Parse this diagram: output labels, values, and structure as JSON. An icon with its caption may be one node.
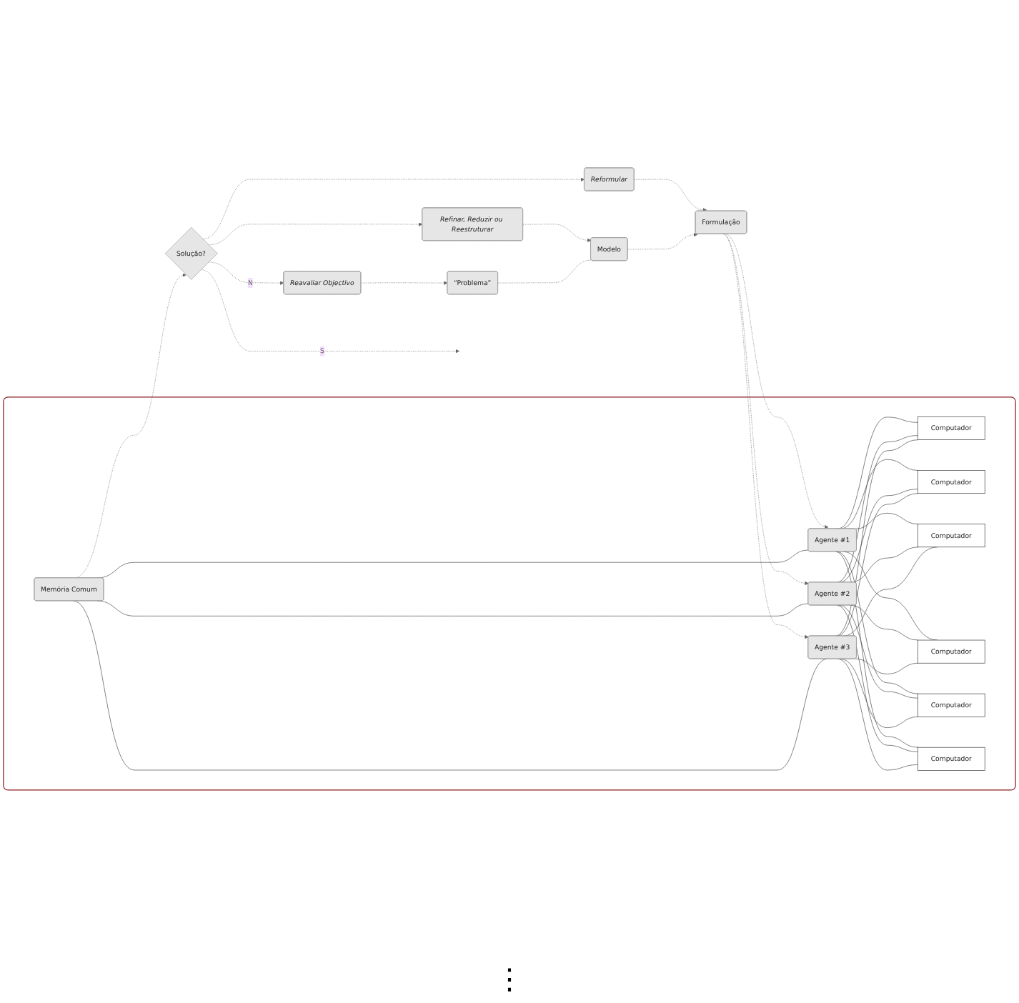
{
  "diagram": {
    "nodes": [
      {
        "text": [
          "“Problema”"
        ]
      },
      {
        "text": [
          "Reavaliar Objectivo"
        ]
      },
      {
        "text": [
          "Modelo"
        ]
      },
      {
        "text": [
          "Refinar, Reduzir ou Reestruturar"
        ]
      },
      {
        "text": [
          "Formulação"
        ]
      },
      {
        "text": [
          "Reformular"
        ]
      },
      {
        "text": [],
        "shape": "box"
      },
      {
        "text": [
          "Memória Comum"
        ],
        "in": 6
      },
      {
        "text": [
          "Agente #1"
        ],
        "in": 6
      },
      {
        "text": [
          "Agente #2"
        ],
        "in": 6
      },
      {
        "text": [
          "Agente #3"
        ],
        "in": 6
      },
      {
        "text": [
          "Computador"
        ],
        "in": 6
      },
      {
        "text": [
          "Computador"
        ],
        "in": 6
      },
      {
        "text": [
          "Computador"
        ],
        "in": 6
      },
      {
        "text": [
          "Computador"
        ],
        "in": 6
      },
      {
        "text": [
          "Computador"
        ],
        "in": 6
      },
      {
        "text": [
          "Computador"
        ],
        "in": 6
      },
      {
        "text": [
          "Solução?"
        ]
      }
    ],
    "edges": [
      {
        "from": 1,
        "to": 0,
        "arrow": "to",
        "style": "dashed"
      },
      {
        "from": 3,
        "to": 2,
        "arrow": "to",
        "style": "dashed"
      },
      {
        "from": 5,
        "to": 4,
        "arrow": "to",
        "style": "dashed"
      },
      {
        "from": 0,
        "to": 2,
        "arrow": "none",
        "style": "dashed"
      },
      {
        "from": 2,
        "to": 4,
        "arrow": "to",
        "style": "dashed"
      },
      {
        "from": 4,
        "to": 8,
        "arrow": "to",
        "style": "dashed"
      },
      {
        "from": 4,
        "to": 9,
        "arrow": "to",
        "style": "dashed"
      },
      {
        "from": 4,
        "to": 10,
        "arrow": "to",
        "style": "dashed"
      },
      {
        "from": 7,
        "to": 8,
        "arrow": "none"
      },
      {
        "from": 7,
        "to": 9,
        "arrow": "none"
      },
      {
        "from": 7,
        "to": 10,
        "arrow": "none"
      },
      {
        "from": 8,
        "to": 11,
        "arrow": "none"
      },
      {
        "from": 8,
        "to": 12,
        "arrow": "none"
      },
      {
        "from": 8,
        "to": 13,
        "arrow": "none"
      },
      {
        "from": 8,
        "to": 14,
        "arrow": "none"
      },
      {
        "from": 8,
        "to": 15,
        "arrow": "none"
      },
      {
        "from": 8,
        "to": 16,
        "arrow": "none"
      },
      {
        "from": 9,
        "to": 11,
        "arrow": "none"
      },
      {
        "from": 9,
        "to": 12,
        "arrow": "none"
      },
      {
        "from": 9,
        "to": 13,
        "arrow": "none"
      },
      {
        "from": 9,
        "to": 14,
        "arrow": "none"
      },
      {
        "from": 9,
        "to": 15,
        "arrow": "none"
      },
      {
        "from": 9,
        "to": 16,
        "arrow": "none"
      },
      {
        "from": 10,
        "to": 11,
        "arrow": "none"
      },
      {
        "from": 10,
        "to": 12,
        "arrow": "none"
      },
      {
        "from": 10,
        "to": 13,
        "arrow": "none"
      },
      {
        "from": 10,
        "to": 14,
        "arrow": "none"
      },
      {
        "from": 10,
        "to": 15,
        "arrow": "none"
      },
      {
        "from": 10,
        "to": 16,
        "arrow": "none"
      },
      {
        "from": 7,
        "to": 17,
        "arrow": "to",
        "style": "dashed"
      },
      {
        "from": 17,
        "to": null,
        "label": "S",
        "arrow": "to",
        "style": "dashed"
      },
      {
        "from": 17,
        "to": 1,
        "label": "N",
        "arrow": "to",
        "style": "dashed"
      },
      {
        "from": 17,
        "to": 3,
        "arrow": "to",
        "style": "dashed"
      },
      {
        "from": 17,
        "to": 5,
        "arrow": "to",
        "style": "dashed"
      }
    ],
    "labels": [
      "⋮"
    ]
  }
}
